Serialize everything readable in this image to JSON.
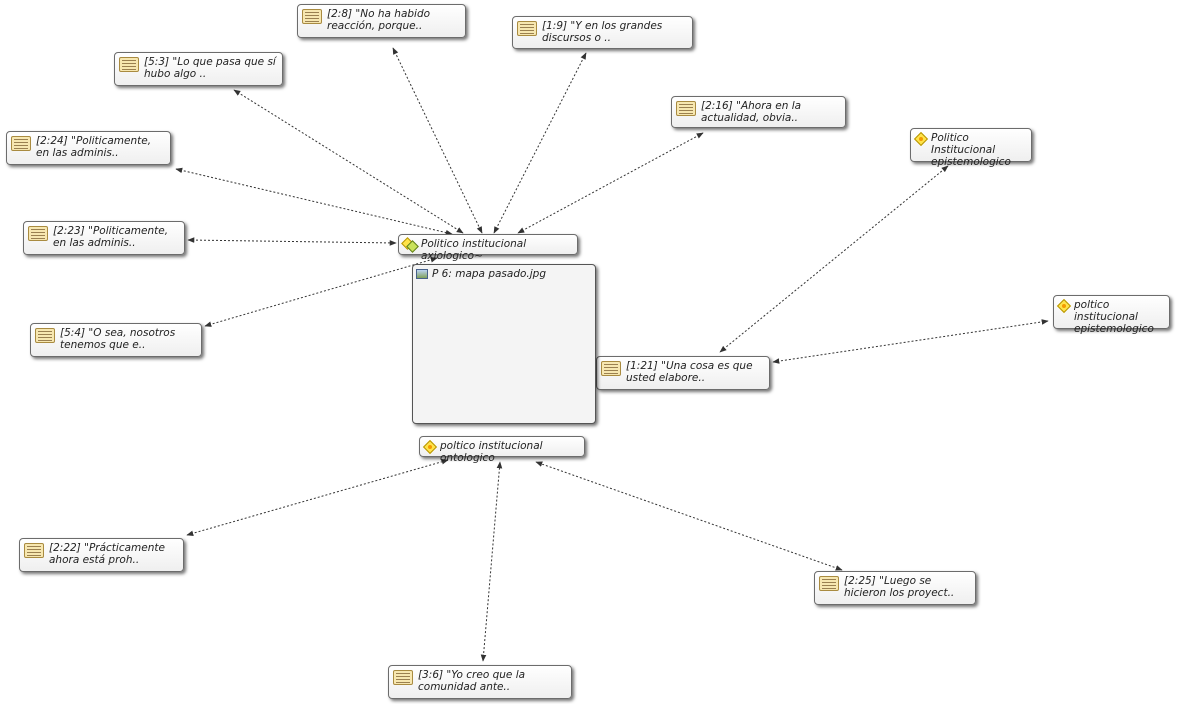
{
  "document": {
    "title": "P 6: mapa pasado.jpg"
  },
  "codes": {
    "axiologico": "Politico  institucional  axiologico~",
    "ontologico": "poltico institucional  ontologico",
    "epistemologico_1": "Politico  Institucional epistemologico",
    "epistemologico_2": "poltico  institucional epistemologico"
  },
  "quotes": {
    "q_2_8": "[2:8] \"No ha habido reacción, porque..",
    "q_1_9": "[1:9] \"Y en los grandes discursos o ..",
    "q_5_3": "[5:3] \"Lo que pasa que sí hubo algo ..",
    "q_2_16": "[2:16] \"Ahora en la actualidad, obvia..",
    "q_2_24": "[2:24] \"Politicamente, en las adminis..",
    "q_2_23": "[2:23] \"Politicamente, en las adminis..",
    "q_5_4": "[5:4] \"O sea, nosotros tenemos que e..",
    "q_1_21": "[1:21] \"Una cosa es que usted elabore..",
    "q_2_22": "[2:22] \"Prácticamente ahora está proh..",
    "q_2_25": "[2:25] \"Luego se hicieron los proyect..",
    "q_3_6": "[3:6] \"Yo creo que la comunidad ante.."
  },
  "colors": {
    "link": "#333333",
    "node_border": "#6c6c6c",
    "quote_icon": "#f7e7b0",
    "code_icon": "#ffe34a"
  }
}
